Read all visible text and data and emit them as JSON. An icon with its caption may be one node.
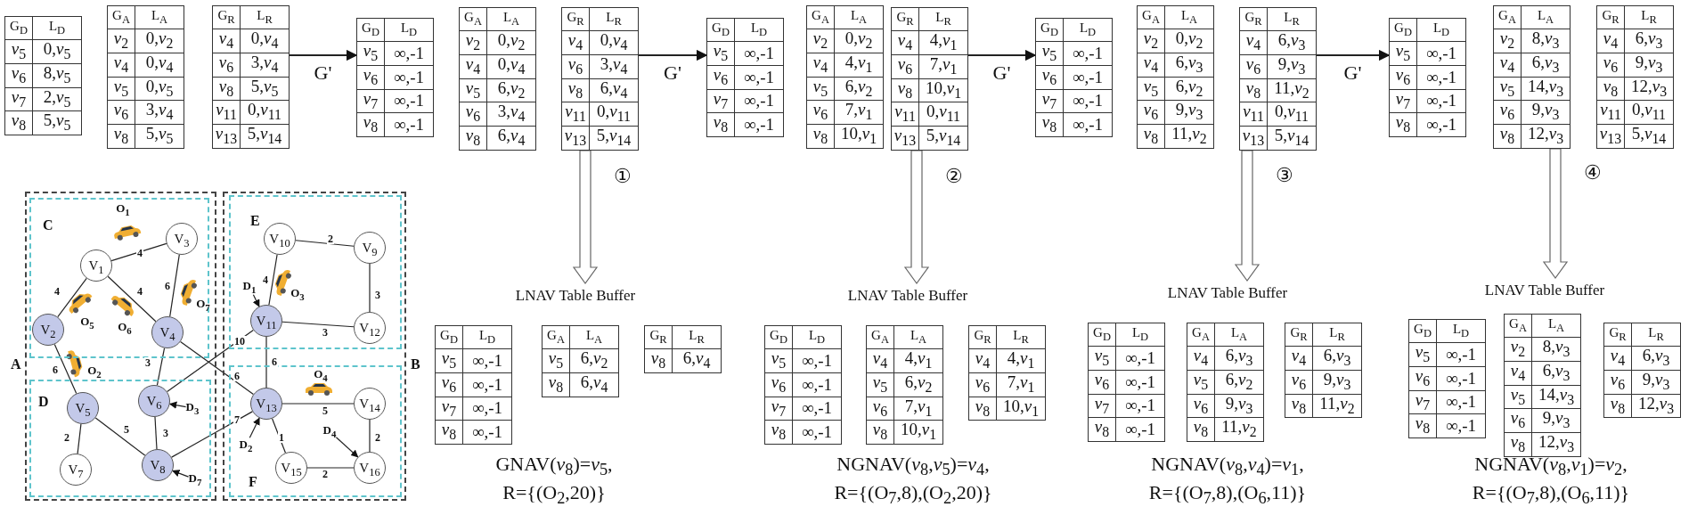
{
  "diagram": {
    "nodes": [
      {
        "text": [
          "G$_{D}$",
          "L$_{D}$",
          "*v*$_{5}$",
          "0,*v*$_{5}$",
          "*v*$_{6}$",
          "8,*v*$_{5}$",
          "*v*$_{7}$",
          "2,*v*$_{5}$",
          "*v*$_{8}$",
          "5,*v*$_{5}$"
        ]
      },
      {
        "text": [
          "G$_{A}$",
          "L$_{A}$",
          "*v*$_{2}$",
          "0,*v*$_{2}$",
          "*v*$_{4}$",
          "0,*v*$_{4}$",
          "*v*$_{5}$",
          "0,*v*$_{5}$",
          "*v*$_{6}$",
          "3,*v*$_{4}$",
          "*v*$_{8}$",
          "5,*v*$_{5}$"
        ]
      },
      {
        "text": [
          "G$_{R}$",
          "L$_{R}$",
          "*v*$_{4}$",
          "0,*v*$_{4}$",
          "*v*$_{6}$",
          "3,*v*$_{4}$",
          "*v*$_{8}$",
          "5,*v*$_{5}$",
          "*v*$_{11}$",
          "0,*v*$_{11}$",
          "*v*$_{13}$",
          "5,*v*$_{14}$"
        ]
      },
      {
        "text": [
          "G$_{D}$",
          "L$_{D}$",
          "*v*$_{5}$",
          "∞,-1",
          "*v*$_{6}$",
          "∞,-1",
          "*v*$_{7}$",
          "∞,-1",
          "*v*$_{8}$",
          "∞,-1"
        ]
      },
      {
        "text": [
          "G$_{A}$",
          "L$_{A}$",
          "*v*$_{2}$",
          "0,*v*$_{2}$",
          "*v*$_{4}$",
          "0,*v*$_{4}$",
          "*v*$_{5}$",
          "6,*v*$_{2}$",
          "*v*$_{6}$",
          "3,*v*$_{4}$",
          "*v*$_{8}$",
          "6,*v*$_{4}$"
        ]
      },
      {
        "text": [
          "G$_{R}$",
          "L$_{R}$",
          "*v*$_{4}$",
          "0,*v*$_{4}$",
          "*v*$_{6}$",
          "3,*v*$_{4}$",
          "*v*$_{8}$",
          "6,*v*$_{4}$",
          "*v*$_{11}$",
          "0,*v*$_{11}$",
          "*v*$_{13}$",
          "5,*v*$_{14}$"
        ]
      },
      {
        "text": [
          "G$_{D}$",
          "L$_{D}$",
          "*v*$_{5}$",
          "∞,-1",
          "*v*$_{6}$",
          "∞,-1",
          "*v*$_{7}$",
          "∞,-1",
          "*v*$_{8}$",
          "∞,-1"
        ]
      },
      {
        "text": [
          "G$_{A}$",
          "L$_{A}$",
          "*v*$_{2}$",
          "0,*v*$_{2}$",
          "*v*$_{4}$",
          "4,*v*$_{1}$",
          "*v*$_{5}$",
          "6,*v*$_{2}$",
          "*v*$_{6}$",
          "7,*v*$_{1}$",
          "*v*$_{8}$",
          "10,*v*$_{1}$"
        ]
      },
      {
        "text": [
          "G$_{R}$",
          "L$_{R}$",
          "*v*$_{4}$",
          "4,*v*$_{1}$",
          "*v*$_{6}$",
          "7,*v*$_{1}$",
          "*v*$_{8}$",
          "10,*v*$_{1}$",
          "*v*$_{11}$",
          "0,*v*$_{11}$",
          "*v*$_{13}$",
          "5,*v*$_{14}$"
        ]
      },
      {
        "text": [
          "G$_{D}$",
          "L$_{D}$",
          "*v*$_{5}$",
          "∞,-1",
          "*v*$_{6}$",
          "∞,-1",
          "*v*$_{7}$",
          "∞,-1",
          "*v*$_{8}$",
          "∞,-1"
        ]
      },
      {
        "text": [
          "G$_{A}$",
          "L$_{A}$",
          "*v*$_{2}$",
          "0,*v*$_{2}$",
          "*v*$_{4}$",
          "6,*v*$_{3}$",
          "*v*$_{5}$",
          "6,*v*$_{2}$",
          "*v*$_{6}$",
          "9,*v*$_{3}$",
          "*v*$_{8}$",
          "11,*v*$_{2}$"
        ]
      },
      {
        "text": [
          "G$_{R}$",
          "L$_{R}$",
          "*v*$_{4}$",
          "6,*v*$_{3}$",
          "*v*$_{6}$",
          "9,*v*$_{3}$",
          "*v*$_{8}$",
          "11,*v*$_{2}$",
          "*v*$_{11}$",
          "0,*v*$_{11}$",
          "*v*$_{13}$",
          "5,*v*$_{14}$"
        ]
      },
      {
        "text": [
          "G$_{D}$",
          "L$_{D}$",
          "*v*$_{5}$",
          "∞,-1",
          "*v*$_{6}$",
          "∞,-1",
          "*v*$_{7}$",
          "∞,-1",
          "*v*$_{8}$",
          "∞,-1"
        ]
      },
      {
        "text": [
          "G$_{A}$",
          "L$_{A}$",
          "*v*$_{2}$",
          "8,*v*$_{3}$",
          "*v*$_{4}$",
          "6,*v*$_{3}$",
          "*v*$_{5}$",
          "14,*v*$_{3}$",
          "*v*$_{6}$",
          "9,*v*$_{3}$",
          "*v*$_{8}$",
          "12,*v*$_{3}$"
        ]
      },
      {
        "text": [
          "G$_{R}$",
          "L$_{R}$",
          "*v*$_{4}$",
          "6,*v*$_{3}$",
          "*v*$_{6}$",
          "9,*v*$_{3}$",
          "*v*$_{8}$",
          "12,*v*$_{3}$",
          "*v*$_{11}$",
          "0,*v*$_{11}$",
          "*v*$_{13}$",
          "5,*v*$_{14}$"
        ]
      },
      {
        "text": [
          "A"
        ]
      },
      {
        "text": [
          "C"
        ],
        "in": 15
      },
      {
        "text": [
          "D"
        ],
        "in": 15
      },
      {
        "text": [
          "B"
        ]
      },
      {
        "text": [
          "E"
        ],
        "in": 18
      },
      {
        "text": [
          "F"
        ],
        "in": 18
      },
      {
        "text": [
          "V$_{1}$"
        ],
        "in": 16
      },
      {
        "text": [
          "V$_{2}$"
        ],
        "in": 16
      },
      {
        "text": [
          "V$_{3}$"
        ],
        "in": 16
      },
      {
        "text": [
          "V$_{4}$"
        ],
        "in": 16
      },
      {
        "text": [
          "V$_{5}$"
        ],
        "in": 17
      },
      {
        "text": [
          "V$_{6}$"
        ],
        "in": 17
      },
      {
        "text": [
          "V$_{7}$"
        ],
        "in": 17
      },
      {
        "text": [
          "V$_{8}$"
        ],
        "in": 17
      },
      {
        "text": [
          "V$_{9}$"
        ],
        "in": 19
      },
      {
        "text": [
          "V$_{10}$"
        ],
        "in": 19
      },
      {
        "text": [
          "V$_{11}$"
        ],
        "in": 19
      },
      {
        "text": [
          "V$_{12}$"
        ],
        "in": 19
      },
      {
        "text": [
          "V$_{13}$"
        ],
        "in": 20
      },
      {
        "text": [
          "V$_{14}$"
        ],
        "in": 20
      },
      {
        "text": [
          "V$_{15}$"
        ],
        "in": 20
      },
      {
        "text": [
          "V$_{16}$"
        ],
        "in": 20
      },
      {
        "text": [
          "D$_{1}$"
        ],
        "in": 19
      },
      {
        "text": [
          "D$_{3}$"
        ],
        "in": 17
      },
      {
        "text": [
          "D$_{4}$"
        ],
        "in": 20
      },
      {
        "text": [
          "D$_{2}$"
        ],
        "in": 20
      },
      {
        "text": [
          "D$_{7}$"
        ],
        "in": 17
      },
      {
        "text": [
          "LNAV Table Buffer"
        ]
      },
      {
        "text": [
          "G$_{D}$",
          "L$_{D}$",
          "*v*$_{5}$",
          "∞,-1",
          "*v*$_{6}$",
          "∞,-1",
          "*v*$_{7}$",
          "∞,-1",
          "*v*$_{8}$",
          "∞,-1"
        ]
      },
      {
        "text": [
          "G$_{A}$",
          "L$_{A}$",
          "*v*$_{5}$",
          "6,*v*$_{2}$",
          "*v*$_{8}$",
          "6,*v*$_{4}$"
        ]
      },
      {
        "text": [
          "G$_{R}$",
          "L$_{R}$",
          "*v*$_{8}$",
          "6,*v*$_{4}$"
        ]
      },
      {
        "text": [
          "LNAV Table Buffer"
        ]
      },
      {
        "text": [
          "G$_{D}$",
          "L$_{D}$",
          "*v*$_{5}$",
          "∞,-1",
          "*v*$_{6}$",
          "∞,-1",
          "*v*$_{7}$",
          "∞,-1",
          "*v*$_{8}$",
          "∞,-1"
        ]
      },
      {
        "text": [
          "G$_{A}$",
          "L$_{A}$",
          "*v*$_{4}$",
          "4,*v*$_{1}$",
          "*v*$_{5}$",
          "6,*v*$_{2}$",
          "*v*$_{6}$",
          "7,*v*$_{1}$",
          "*v*$_{8}$",
          "10,*v*$_{1}$"
        ]
      },
      {
        "text": [
          "G$_{R}$",
          "L$_{R}$",
          "*v*$_{4}$",
          "4,*v*$_{1}$",
          "*v*$_{6}$",
          "7,*v*$_{1}$",
          "*v*$_{8}$",
          "10,*v*$_{1}$"
        ]
      },
      {
        "text": [
          "LNAV Table Buffer"
        ]
      },
      {
        "text": [
          "G$_{D}$",
          "L$_{D}$",
          "*v*$_{5}$",
          "∞,-1",
          "*v*$_{6}$",
          "∞,-1",
          "*v*$_{7}$",
          "∞,-1",
          "*v*$_{8}$",
          "∞,-1"
        ]
      },
      {
        "text": [
          "G$_{A}$",
          "L$_{A}$",
          "*v*$_{4}$",
          "6,*v*$_{3}$",
          "*v*$_{5}$",
          "6,*v*$_{2}$",
          "*v*$_{6}$",
          "9,*v*$_{3}$",
          "*v*$_{8}$",
          "11,*v*$_{2}$"
        ]
      },
      {
        "text": [
          "G$_{R}$",
          "L$_{R}$",
          "*v*$_{4}$",
          "6,*v*$_{3}$",
          "*v*$_{6}$",
          "9,*v*$_{3}$",
          "*v*$_{8}$",
          "11,*v*$_{2}$"
        ]
      },
      {
        "text": [
          "LNAV Table Buffer"
        ]
      },
      {
        "text": [
          "G$_{D}$",
          "L$_{D}$",
          "*v*$_{5}$",
          "∞,-1",
          "*v*$_{6}$",
          "∞,-1",
          "*v*$_{7}$",
          "∞,-1",
          "*v*$_{8}$",
          "∞,-1"
        ]
      },
      {
        "text": [
          "G$_{A}$",
          "L$_{A}$",
          "*v*$_{2}$",
          "8,*v*$_{3}$",
          "*v*$_{4}$",
          "6,*v*$_{3}$",
          "*v*$_{5}$",
          "14,*v*$_{3}$",
          "*v*$_{6}$",
          "9,*v*$_{3}$",
          "*v*$_{8}$",
          "12,*v*$_{3}$"
        ]
      },
      {
        "text": [
          "G$_{R}$",
          "L$_{R}$",
          "*v*$_{4}$",
          "6,*v*$_{3}$",
          "*v*$_{6}$",
          "9,*v*$_{3}$",
          "*v*$_{8}$",
          "12,*v*$_{3}$"
        ]
      }
    ],
    "edges": [
      {
        "from": 2,
        "to": 3,
        "arrow": "to",
        "label": "G'"
      },
      {
        "from": 5,
        "to": 6,
        "arrow": "to",
        "label": "G'"
      },
      {
        "from": 8,
        "to": 9,
        "arrow": "to",
        "label": "G'"
      },
      {
        "from": 11,
        "to": 12,
        "arrow": "to",
        "label": "G'"
      },
      {
        "from": 5,
        "to": 42,
        "arrow": "to",
        "label": "①"
      },
      {
        "from": 8,
        "to": 46,
        "arrow": "to",
        "label": "②"
      },
      {
        "from": 11,
        "to": 50,
        "arrow": "to",
        "label": "③"
      },
      {
        "from": 13,
        "to": 54,
        "arrow": "to",
        "label": "④"
      },
      {
        "from": 21,
        "to": 23,
        "arrow": "none",
        "label": "4"
      },
      {
        "from": 21,
        "to": 22,
        "arrow": "none",
        "label": "4"
      },
      {
        "from": 21,
        "to": 24,
        "arrow": "none",
        "label": "4"
      },
      {
        "from": 23,
        "to": 24,
        "arrow": "none",
        "label": "6"
      },
      {
        "from": 22,
        "to": 25,
        "arrow": "none",
        "label": "6"
      },
      {
        "from": 24,
        "to": 26,
        "arrow": "none",
        "label": "3"
      },
      {
        "from": 24,
        "to": 33,
        "arrow": "none",
        "label": "6"
      },
      {
        "from": 26,
        "to": 31,
        "arrow": "none",
        "label": "10"
      },
      {
        "from": 25,
        "to": 27,
        "arrow": "none",
        "label": "2"
      },
      {
        "from": 25,
        "to": 28,
        "arrow": "none",
        "label": "5"
      },
      {
        "from": 26,
        "to": 28,
        "arrow": "none",
        "label": "3"
      },
      {
        "from": 28,
        "to": 33,
        "arrow": "none",
        "label": "7"
      },
      {
        "from": 30,
        "to": 29,
        "arrow": "none",
        "label": "2"
      },
      {
        "from": 30,
        "to": 31,
        "arrow": "none",
        "label": "4"
      },
      {
        "from": 29,
        "to": 32,
        "arrow": "none",
        "label": "3"
      },
      {
        "from": 31,
        "to": 32,
        "arrow": "none",
        "label": "3"
      },
      {
        "from": 31,
        "to": 33,
        "arrow": "none",
        "label": "6"
      },
      {
        "from": 33,
        "to": 34,
        "arrow": "none",
        "label": "5"
      },
      {
        "from": 33,
        "to": 35,
        "arrow": "none",
        "label": "1"
      },
      {
        "from": 34,
        "to": 36,
        "arrow": "none",
        "label": "2"
      },
      {
        "from": 35,
        "to": 36,
        "arrow": "none",
        "label": "2"
      },
      {
        "from": 37,
        "to": 31,
        "arrow": "to"
      },
      {
        "from": 38,
        "to": 26,
        "arrow": "to"
      },
      {
        "from": 39,
        "to": 36,
        "arrow": "to"
      },
      {
        "from": 40,
        "to": 33,
        "arrow": "to"
      },
      {
        "from": 41,
        "to": 28,
        "arrow": "to"
      }
    ],
    "labels": [
      "O$_{1}$",
      "O$_{3}$",
      "O$_{7}$",
      "O$_{5}$",
      "O$_{6}$",
      "O$_{2}$",
      "O$_{4}$",
      "GNAV(*v*$_{8}$)=*v*$_{5}$, R={(O$_{2}$,20)}",
      "NGNAV(*v*$_{8}$,*v*$_{5}$)=*v*$_{4}$, R={(O$_{7}$,8),(O$_{2}$,20)}",
      "NGNAV(*v*$_{8}$,*v*$_{4}$)=*v*$_{1}$, R={(O$_{7}$,8),(O$_{6}$,11)}",
      "NGNAV(*v*$_{8}$,*v*$_{1}$)=*v*$_{2}$, R={(O$_{7}$,8),(O$_{6}$,11)}"
    ]
  }
}
